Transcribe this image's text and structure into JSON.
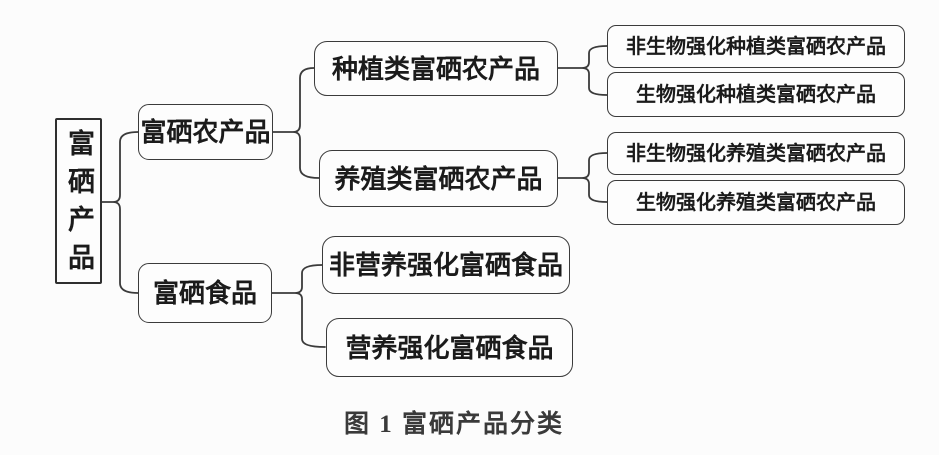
{
  "figure": {
    "caption": "图 1 富硒产品分类"
  },
  "tree": {
    "root": {
      "label": "富硒产品"
    },
    "children": [
      {
        "label": "富硒农产品",
        "children": [
          {
            "label": "种植类富硒农产品",
            "children": [
              {
                "label": "非生物强化种植类富硒农产品"
              },
              {
                "label": "生物强化种植类富硒农产品"
              }
            ]
          },
          {
            "label": "养殖类富硒农产品",
            "children": [
              {
                "label": "非生物强化养殖类富硒农产品"
              },
              {
                "label": "生物强化养殖类富硒农产品"
              }
            ]
          }
        ]
      },
      {
        "label": "富硒食品",
        "children": [
          {
            "label": "非营养强化富硒食品"
          },
          {
            "label": "营养强化富硒食品"
          }
        ]
      }
    ]
  },
  "colors": {
    "line": "#3b3b3b",
    "box_border": "#3b3b3b",
    "text": "#1b1b1b",
    "background": "#fcfcfc"
  }
}
